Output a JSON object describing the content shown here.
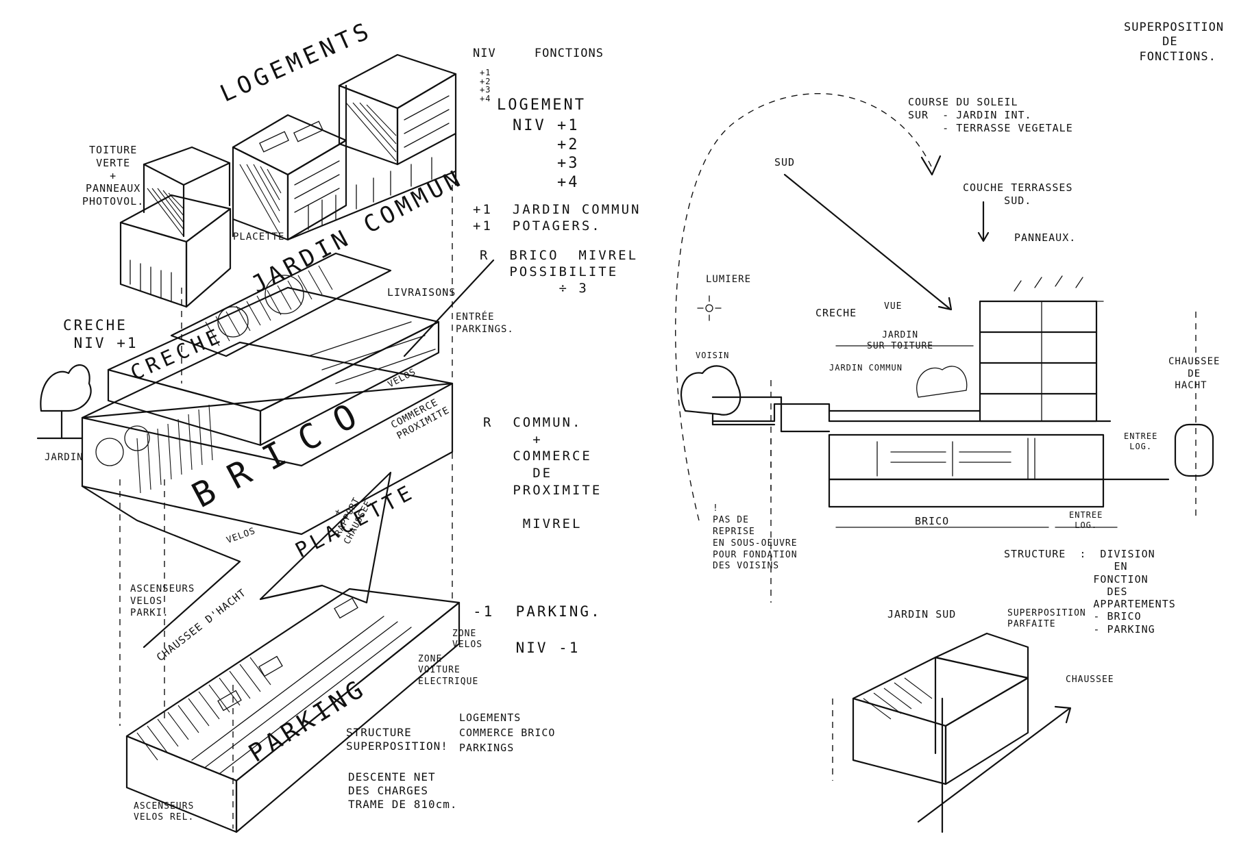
{
  "left_sheet": {
    "niv_fonctions": "NIV     FONCTIONS",
    "levels_plus": "+1\n+2\n+3\n+4",
    "logement_header": "LOGEMENT",
    "logement_levels": "NIV +1\n    +2\n    +3\n    +4",
    "logements_big": "LOGEMENTS",
    "toiture": "TOITURE\nVERTE\n+\nPANNEAUX\nPHOTOVOL.",
    "placette_small": "PLACETTE",
    "jardin_commun_big": "JARDIN COMMUN",
    "jardin_commun_note": "+1  JARDIN COMMUN\n+1  POTAGERS.",
    "brico_mivrel": "R  BRICO  MIVREL\n   POSSIBILITE\n        ÷ 3",
    "livraisons": "LIVRAISONS",
    "entree_parkings": "ENTRÉE\nPARKINGS.",
    "creche_niv": "CRECHE\n NIV +1",
    "creche_big": "CRECHE",
    "brico_big": "BRICO",
    "commerce_proximite_small": "COMMERCE\nPROXIMITE",
    "commun_note": "R  COMMUN.\n     +\n   COMMERCE\n     DE\n   PROXIMITE\n\n    MIVREL",
    "jardin_left": "JARDIN",
    "placette_big": "PLACETTE",
    "rapport_chaussee": "+\nRAPPORT\nCHAUSSEE",
    "velos_a": "VELOS",
    "velos_b": "VELOS",
    "ascenseurs_parki": "ASCENSEURS\nVELOS\nPARKI.",
    "chaussee_hacht": "CHAUSSEE D'HACHT",
    "parking_note": "-1  PARKING.\n\n    NIV -1",
    "zone_velos": "ZONE\nVELOS",
    "zone_voiture": "ZONE\nVOITURE\nELECTRIQUE",
    "parking_big": "PARKING",
    "structure_left": "STRUCTURE\nSUPERPOSITION!",
    "structure_list": "LOGEMENTS\nCOMMERCE BRICO\nPARKINGS",
    "descente": "DESCENTE NET\nDES CHARGES\nTRAME DE 810cm.",
    "ascenseurs_mivrel": "ASCENSEURS\nVELOS REL."
  },
  "right_sheet": {
    "superposition_title": "SUPERPOSITION\n     DE\n  FONCTIONS.",
    "course_soleil": "COURSE DU SOLEIL\nSUR  - JARDIN INT.\n     - TERRASSE VEGETALE",
    "sud": "SUD",
    "couche_terrasses": "COUCHE TERRASSES\n      SUD.",
    "panneaux": "PANNEAUX.",
    "lumiere": "LUMIERE",
    "vue": "VUE",
    "creche": "CRECHE",
    "jardin_sur_toiture": "JARDIN\nSUR TOITURE",
    "jardin_commun": "JARDIN COMMUN",
    "voisin": "VOISIN",
    "chaussee_de_hacht": "CHAUSSEE\n   DE\n HACHT",
    "entree_log": "ENTREE\n LOG.",
    "entree_log_b": "ENTREE\n LOG.",
    "pas_de_reprise": "!\nPAS DE\nREPRISE\nEN SOUS-OEUVRE\nPOUR FONDATION\nDES VOISINS",
    "brico": "BRICO",
    "structure_right": "STRUCTURE  :  DIVISION\n                EN\n             FONCTION\n               DES\n             APPARTEMENTS\n             - BRICO\n             - PARKING",
    "jardin_sud": "JARDIN SUD",
    "superposition_parfaite": "SUPERPOSITION\nPARFAITE",
    "chaussee": "CHAUSSEE"
  }
}
